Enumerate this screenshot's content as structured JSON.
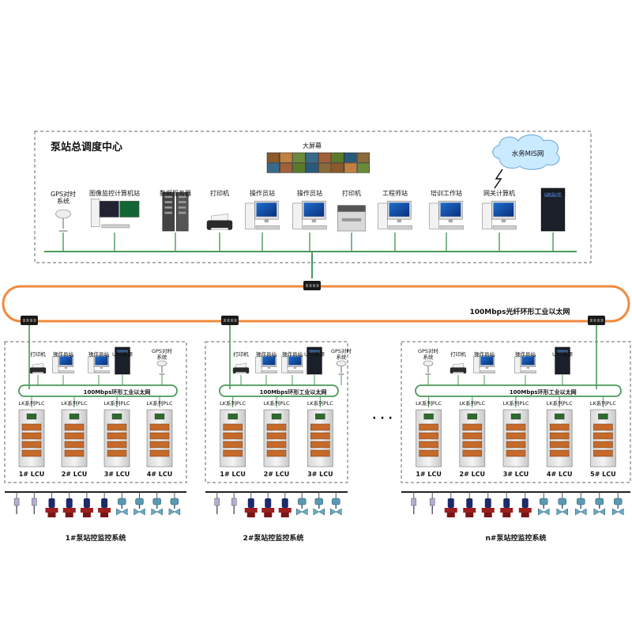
{
  "control_center": {
    "title": "泵站总调度中心",
    "big_screen_label": "大屏幕",
    "mis_label": "水务MIS网",
    "devices": [
      {
        "label": "GPS对时\n系统",
        "kind": "gps"
      },
      {
        "label": "图像监控计算机站",
        "kind": "workstation_dual"
      },
      {
        "label": "数据服务器",
        "kind": "server"
      },
      {
        "label": "打印机",
        "kind": "printer"
      },
      {
        "label": "操作员站",
        "kind": "pc"
      },
      {
        "label": "操作员站",
        "kind": "pc"
      },
      {
        "label": "打印机",
        "kind": "laser_printer"
      },
      {
        "label": "工程师站",
        "kind": "pc"
      },
      {
        "label": "培训工作站",
        "kind": "pc"
      },
      {
        "label": "网关计算机",
        "kind": "pc"
      },
      {
        "label": "UPS电源",
        "kind": "ups"
      }
    ]
  },
  "ring_label": "100Mbps光纤环形工业以太网",
  "ellipsis": "· · ·",
  "stations": [
    {
      "name": "1#泵站控监控系统",
      "ring_label": "100Mbps环形工业以太网",
      "devices": [
        {
          "label": "打印机",
          "kind": "printer"
        },
        {
          "label": "操作员站",
          "kind": "pc"
        },
        {
          "label": "操作员站",
          "kind": "pc"
        },
        {
          "label": "UPS电源",
          "kind": "ups"
        },
        {
          "label": "GPS对时\n系统",
          "kind": "gps"
        }
      ],
      "plc_labels": [
        "LK系列PLC",
        "LK系列PLC",
        "LK系列PLC",
        "LK系列PLC"
      ],
      "lcus": [
        "1# LCU",
        "2# LCU",
        "3# LCU",
        "4# LCU"
      ],
      "field_devices": [
        "sensor",
        "sensor",
        "pump",
        "pump",
        "pump",
        "pump",
        "valve",
        "valve",
        "valve",
        "valve"
      ]
    },
    {
      "name": "2#泵站控监控系统",
      "ring_label": "100Mbps环形工业以太网",
      "devices": [
        {
          "label": "打印机",
          "kind": "printer"
        },
        {
          "label": "操作员站",
          "kind": "pc"
        },
        {
          "label": "操作员站",
          "kind": "pc"
        },
        {
          "label": "UPS电源",
          "kind": "ups"
        },
        {
          "label": "GPS对时\n系统",
          "kind": "gps"
        }
      ],
      "plc_labels": [
        "LK系列PLC",
        "LK系列PLC",
        "LK系列PLC"
      ],
      "lcus": [
        "1# LCU",
        "2# LCU",
        "3# LCU"
      ],
      "field_devices": [
        "sensor",
        "sensor",
        "pump",
        "pump",
        "pump",
        "valve",
        "valve",
        "valve"
      ]
    },
    {
      "name": "n#泵站控监控系统",
      "ring_label": "100Mbps环形工业以太网",
      "devices": [
        {
          "label": "GPS对时\n系统",
          "kind": "gps"
        },
        {
          "label": "打印机",
          "kind": "printer"
        },
        {
          "label": "操作员站",
          "kind": "pc"
        },
        {
          "label": "操作员站",
          "kind": "pc"
        },
        {
          "label": "UPS电源",
          "kind": "ups"
        }
      ],
      "plc_labels": [
        "LK系列PLC",
        "LK系列PLC",
        "LK系列PLC",
        "LK系列PLC",
        "LK系列PLC"
      ],
      "lcus": [
        "1# LCU",
        "2# LCU",
        "3# LCU",
        "4# LCU",
        "5# LCU"
      ],
      "field_devices": [
        "sensor",
        "sensor",
        "pump",
        "pump",
        "pump",
        "pump",
        "pump",
        "valve",
        "valve",
        "valve",
        "valve",
        "valve"
      ]
    }
  ],
  "colors": {
    "lan": "#4a9a5a",
    "ring": "#f08a3c",
    "box_border": "#666666",
    "pipe": "#9a1f1f",
    "pump": "#1a2a6a",
    "valve": "#4a8aa0"
  }
}
